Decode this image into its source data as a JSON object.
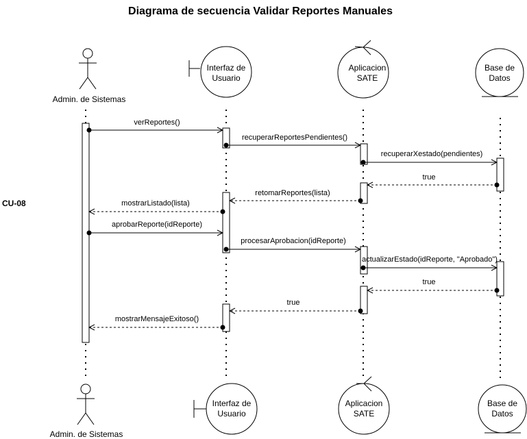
{
  "title": "Diagrama de secuencia  Validar Reportes Manuales",
  "side_label": "CU-08",
  "participants": [
    {
      "id": "admin",
      "kind": "actor",
      "label": "Admin. de Sistemas"
    },
    {
      "id": "ui",
      "kind": "boundary",
      "label_lines": [
        "Interfaz de",
        "Usuario"
      ]
    },
    {
      "id": "app",
      "kind": "control",
      "label_lines": [
        "Aplicacion",
        "SATE"
      ]
    },
    {
      "id": "db",
      "kind": "entity",
      "label_lines": [
        "Base de",
        "Datos"
      ]
    }
  ],
  "messages": [
    {
      "from": "admin",
      "to": "ui",
      "label": "verReportes()",
      "style": "sync"
    },
    {
      "from": "ui",
      "to": "app",
      "label": "recuperarReportesPendientes()",
      "style": "sync"
    },
    {
      "from": "app",
      "to": "db",
      "label": "recuperarXestado(pendientes)",
      "style": "sync"
    },
    {
      "from": "db",
      "to": "app",
      "label": "true",
      "style": "return"
    },
    {
      "from": "app",
      "to": "ui",
      "label": "retomarReportes(lista)",
      "style": "return"
    },
    {
      "from": "ui",
      "to": "admin",
      "label": "mostrarListado(lista)",
      "style": "return"
    },
    {
      "from": "admin",
      "to": "ui",
      "label": "aprobarReporte(idReporte)",
      "style": "sync"
    },
    {
      "from": "ui",
      "to": "app",
      "label": "procesarAprobacion(idReporte)",
      "style": "sync"
    },
    {
      "from": "app",
      "to": "db",
      "label": "actualizarEstado(idReporte, \"Aprobado\")",
      "style": "sync"
    },
    {
      "from": "db",
      "to": "app",
      "label": "true",
      "style": "return"
    },
    {
      "from": "app",
      "to": "ui",
      "label": "true",
      "style": "return"
    },
    {
      "from": "ui",
      "to": "admin",
      "label": "mostrarMensajeExitoso()",
      "style": "return"
    }
  ]
}
